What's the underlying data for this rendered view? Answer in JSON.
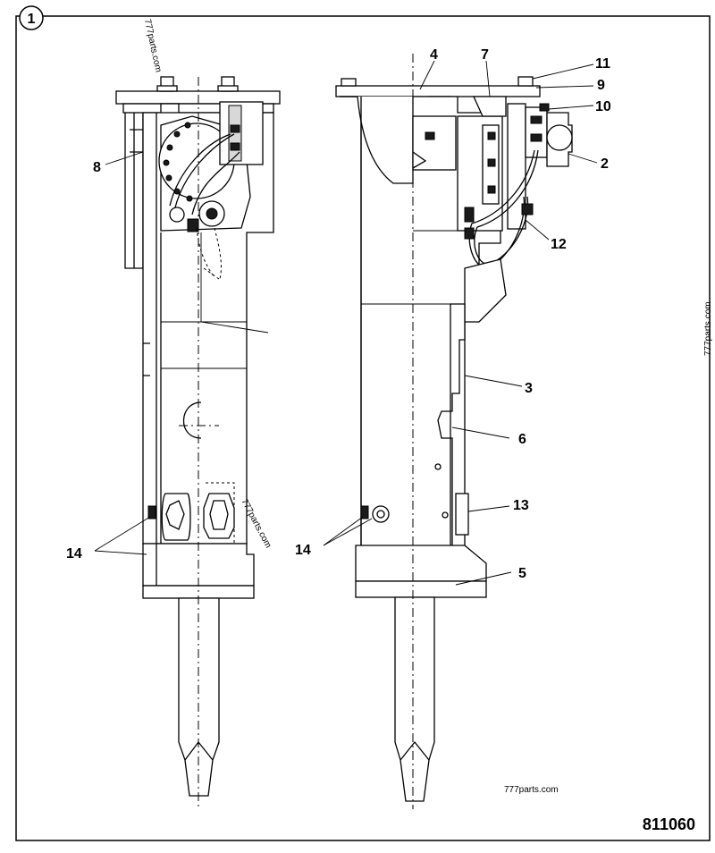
{
  "figure_number": "1",
  "drawing_number": "811060",
  "watermark": "777parts.com",
  "callouts": {
    "c2": "2",
    "c3": "3",
    "c4": "4",
    "c5": "5",
    "c6": "6",
    "c7": "7",
    "c8": "8",
    "c9": "9",
    "c10": "10",
    "c11": "11",
    "c12": "12",
    "c13": "13",
    "c14a": "14",
    "c14b": "14"
  }
}
